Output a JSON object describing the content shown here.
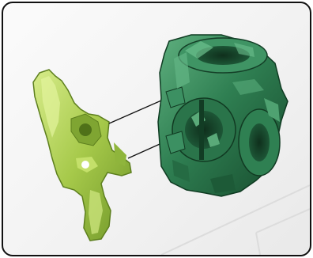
{
  "figure": {
    "kind": "assembly-instruction",
    "parts": [
      {
        "name": "light-green-connector-piece",
        "color": "#9dc23e"
      },
      {
        "name": "dark-green-hub-block",
        "color": "#2e7d4f"
      }
    ],
    "connection_lines": 2,
    "frame_color": "#111111",
    "background_color": "#f4f4f4"
  }
}
